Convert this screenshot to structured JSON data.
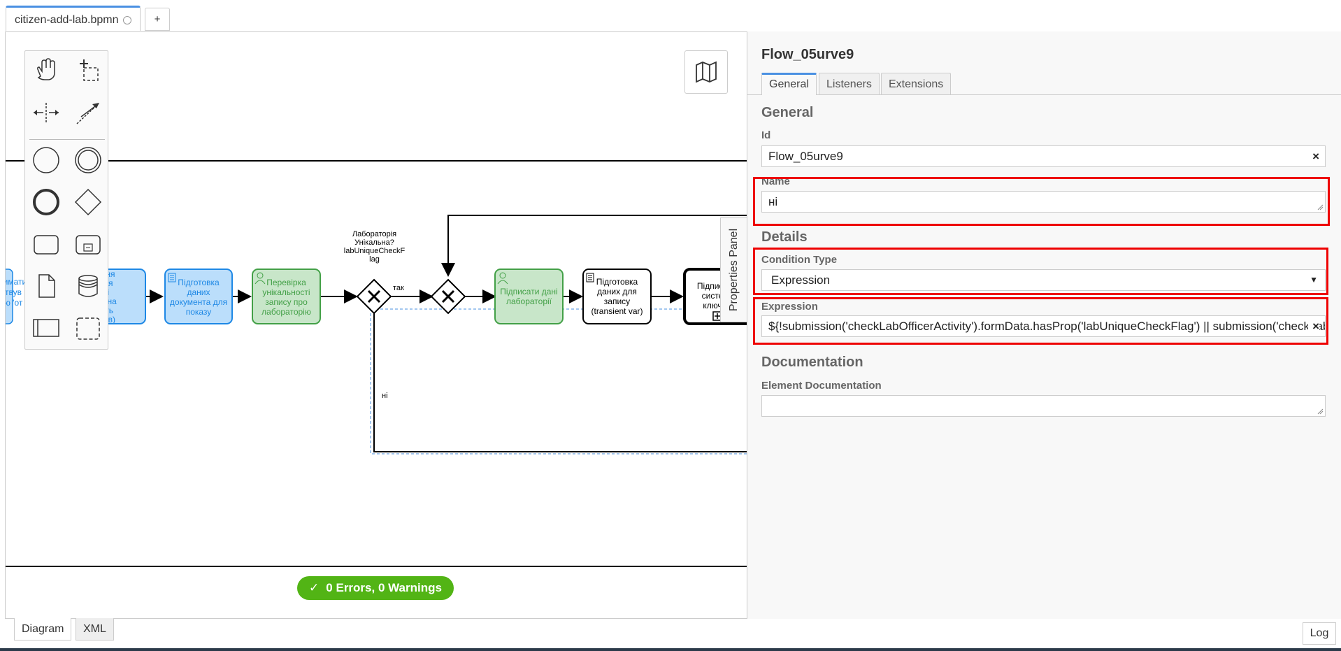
{
  "tabs": {
    "file_name": "citizen-add-lab.bpmn",
    "add_label": "+"
  },
  "diagram": {
    "nodes": [
      {
        "id": "t0",
        "lines": [
          "римати",
          "ствув",
          "ью 'от"
        ],
        "kind": "blue"
      },
      {
        "id": "t1",
        "lines": [
          "ачення",
          "навця",
          "дачі",
          "зірка на",
          "дність",
          "ментів)"
        ],
        "kind": "blue"
      },
      {
        "id": "t2",
        "lines": [
          "Підготовка",
          "даних",
          "документа для",
          "показу"
        ],
        "kind": "blue"
      },
      {
        "id": "t3",
        "lines": [
          "Перевірка",
          "унікальності",
          "запису про",
          "лабораторію"
        ],
        "kind": "green"
      },
      {
        "id": "t4",
        "lines": [
          "Підписати дані",
          "лабораторії"
        ],
        "kind": "green"
      },
      {
        "id": "t5",
        "lines": [
          "Підготовка",
          "даних для",
          "запису",
          "(transient var)"
        ],
        "kind": "white"
      },
      {
        "id": "t6",
        "lines": [
          "Підписа",
          "систе",
          "ключ"
        ],
        "kind": "bold"
      }
    ],
    "gateway_label": [
      "Лабораторія",
      "Унікальна?",
      "labUniqueCheckF",
      "lag"
    ],
    "flow_yes_label": "так",
    "flow_no_label": "ні"
  },
  "validation": {
    "text": "0 Errors, 0 Warnings",
    "color": "#52b415"
  },
  "properties_toggle": "Properties Panel",
  "panel": {
    "title": "Flow_05urve9",
    "tabs": [
      "General",
      "Listeners",
      "Extensions"
    ],
    "active_tab": "General",
    "general": {
      "section": "General",
      "id_label": "Id",
      "id_value": "Flow_05urve9",
      "name_label": "Name",
      "name_value": "ні"
    },
    "details": {
      "section": "Details",
      "condition_type_label": "Condition Type",
      "condition_type_value": "Expression",
      "expression_label": "Expression",
      "expression_value": "${!submission('checkLabOfficerActivity').formData.hasProp('labUniqueCheckFlag') || submission('checkLabOfficerActivity').formData.prop('labUniqueCheckFlag').boolValue()}"
    },
    "documentation": {
      "section": "Documentation",
      "element_doc_label": "Element Documentation",
      "element_doc_value": ""
    },
    "highlight_color": "#e00000"
  },
  "bottom": {
    "diagram_tab": "Diagram",
    "xml_tab": "XML",
    "log_button": "Log"
  },
  "icons": {
    "clear": "×",
    "select_arrow": "▼",
    "check": "✓"
  }
}
